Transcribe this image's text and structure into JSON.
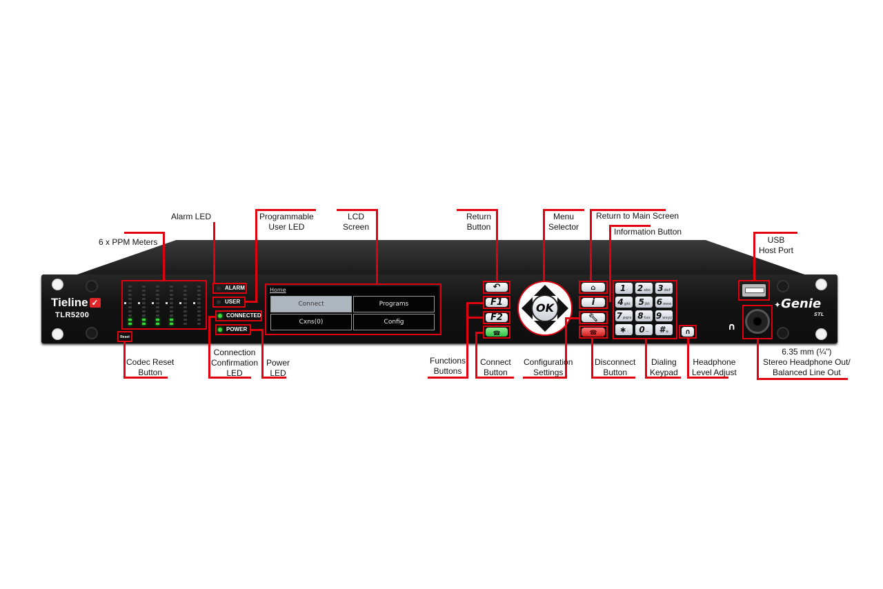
{
  "device": {
    "brand": "Tieline",
    "model": "TLR5200",
    "product": "Genie",
    "product_sub": "STL",
    "reset_label": "Reset"
  },
  "leds": {
    "alarm": "ALARM",
    "user": "USER",
    "connected": "CONNECTED",
    "power": "POWER"
  },
  "lcd": {
    "breadcrumb": "Home",
    "buttons": [
      "Connect",
      "Programs",
      "Cxns(0)",
      "Config"
    ]
  },
  "keys": {
    "ok": "OK",
    "f1": "F1",
    "f2": "F2",
    "keypad": [
      {
        "main": "1",
        "sub": "·"
      },
      {
        "main": "2",
        "sub": "abc"
      },
      {
        "main": "3",
        "sub": "def"
      },
      {
        "main": "4",
        "sub": "ghi"
      },
      {
        "main": "5",
        "sub": "jkl"
      },
      {
        "main": "6",
        "sub": "mno"
      },
      {
        "main": "7",
        "sub": "pqrs"
      },
      {
        "main": "8",
        "sub": "tuv"
      },
      {
        "main": "9",
        "sub": "wxyz"
      },
      {
        "main": "∗",
        "sub": "·"
      },
      {
        "main": "0",
        "sub": "—"
      },
      {
        "main": "#",
        "sub": "◉"
      }
    ]
  },
  "callouts": {
    "ppm": "6 x PPM Meters",
    "alarm_led": "Alarm LED",
    "user_led": [
      "Programmable",
      "User LED"
    ],
    "lcd": [
      "LCD",
      "Screen"
    ],
    "return": [
      "Return",
      "Button"
    ],
    "menu": [
      "Menu",
      "Selector"
    ],
    "main_screen": "Return to Main Screen",
    "info": "Information Button",
    "usb": [
      "USB",
      "Host Port"
    ],
    "reset": [
      "Codec Reset",
      "Button"
    ],
    "connection": [
      "Connection",
      "Confirmation",
      "LED"
    ],
    "power": [
      "Power",
      "LED"
    ],
    "functions": [
      "Functions",
      "Buttons"
    ],
    "connect": [
      "Connect",
      "Button"
    ],
    "config": [
      "Configuration",
      "Settings"
    ],
    "disconnect": [
      "Disconnect",
      "Button"
    ],
    "dialing": [
      "Dialing",
      "Keypad"
    ],
    "headphone_level": [
      "Headphone",
      "Level Adjust"
    ],
    "headphone_out": [
      "6.35 mm (¼\")",
      "Stereo Headphone Out/",
      "Balanced Line Out"
    ]
  },
  "colors": {
    "callout_red": "#e00010",
    "led_green": "#3bdc3b",
    "panel": "#111111",
    "brand_red": "#e3262b"
  }
}
